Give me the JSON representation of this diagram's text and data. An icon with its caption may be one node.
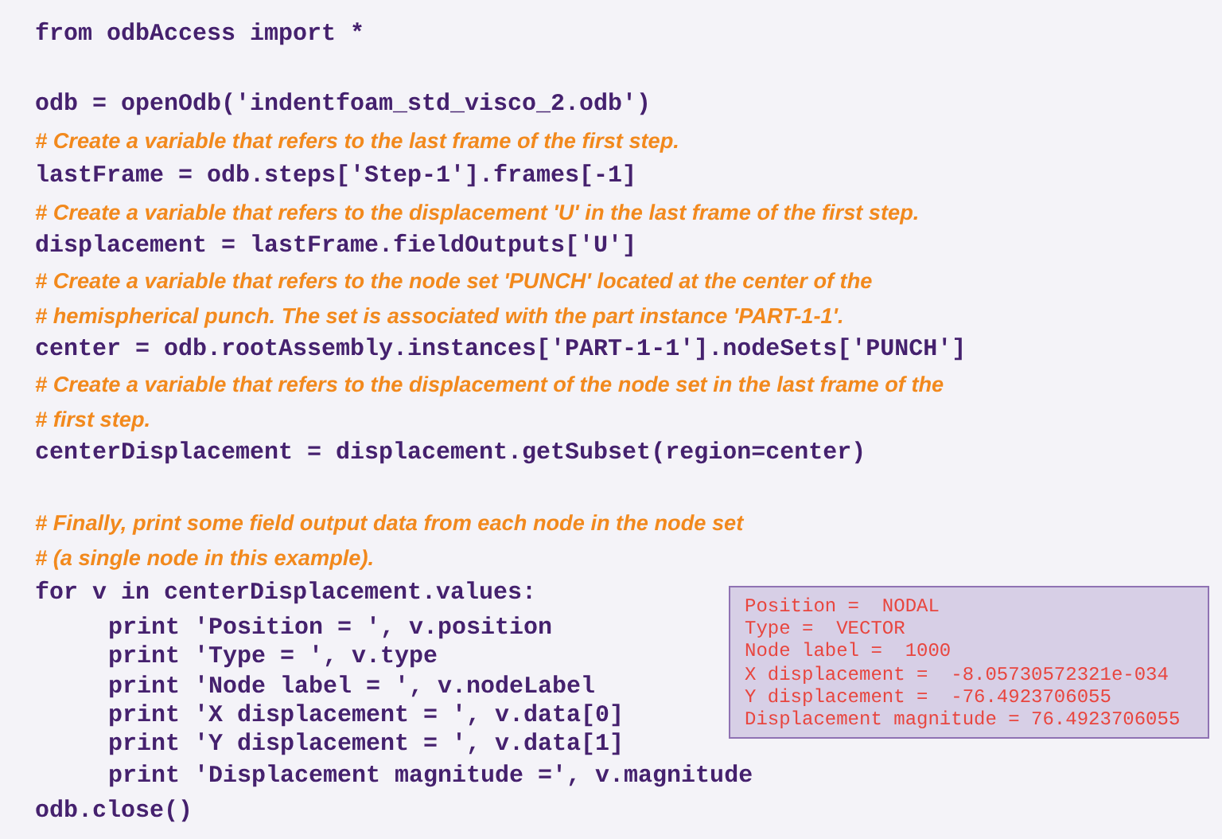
{
  "diagram": {
    "nodes": [
      {
        "text": [
          "Position =  NODAL",
          "Type =  VECTOR",
          "Node label =  1000",
          "X displacement =  -8.05730572321e-034",
          "Y displacement =  -76.4923706055",
          "Displacement magnitude = 76.4923706055"
        ]
      }
    ],
    "labels": [
      "from odbAccess import *",
      "odb = openOdb('indentfoam_std_visco_2.odb')",
      "# Create a variable that refers to the last frame of the first step.",
      "lastFrame = odb.steps['Step-1'].frames[-1]",
      "# Create a variable that refers to the displacement 'U' in the last frame of the first step.",
      "displacement = lastFrame.fieldOutputs['U']",
      "# Create a variable that refers to the node set 'PUNCH' located at the center of the",
      "# hemispherical punch. The set is associated with the part instance 'PART-1-1'.",
      "center = odb.rootAssembly.instances['PART-1-1'].nodeSets['PUNCH']",
      "# Create a variable that refers to the displacement of the node set in the last frame of the",
      "# first step.",
      "centerDisplacement = displacement.getSubset(region=center)",
      "# Finally, print some field output data from each node in the node set",
      "# (a single node in this example).",
      "for v in centerDisplacement.values:",
      "print 'Position = ', v.position",
      "print 'Type = ', v.type",
      "print 'Node label = ', v.nodeLabel",
      "print 'X displacement = ', v.data[0]",
      "print 'Y displacement = ', v.data[1]",
      "print 'Displacement magnitude =', v.magnitude",
      "odb.close()"
    ]
  }
}
